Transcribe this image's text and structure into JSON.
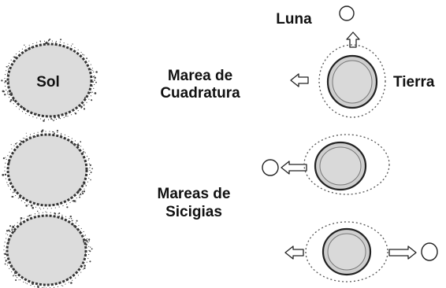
{
  "labels": {
    "luna": "Luna",
    "sol": "Sol",
    "tierra": "Tierra",
    "cuadratura_line1": "Marea de",
    "cuadratura_line2": "Cuadratura",
    "sicigias_line1": "Mareas de",
    "sicigias_line2": "Sicigias"
  },
  "icons": {
    "sun": "sun-icon",
    "earth": "earth-icon",
    "moon": "moon-icon",
    "arrow": "arrow-icon"
  },
  "colors": {
    "text": "#111111",
    "sun_fill": "#dcdcdc",
    "stroke": "#222222",
    "background": "#ffffff"
  }
}
